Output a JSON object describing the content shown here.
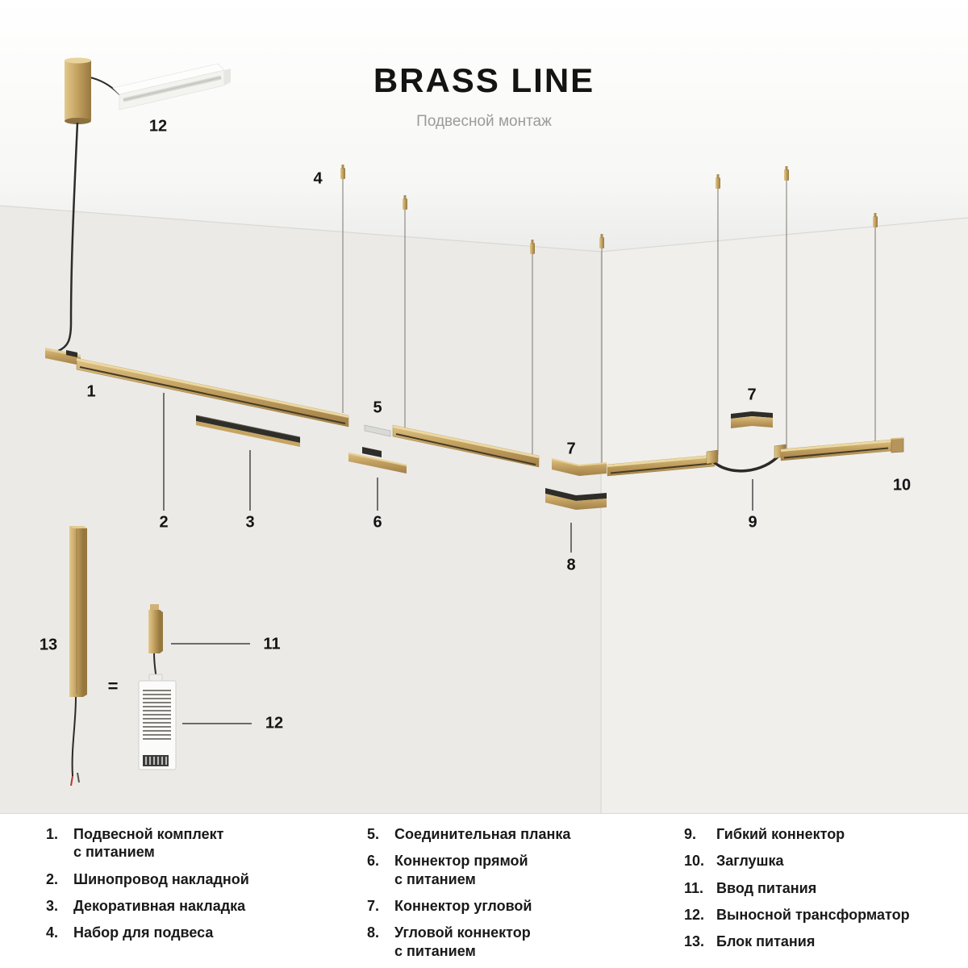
{
  "header": {
    "title": "BRASS LINE",
    "subtitle": "Подвесной монтаж"
  },
  "callouts": {
    "transformer_top": "12",
    "suspension_kit": "4",
    "pendant_kit": "1",
    "plate": "5",
    "track": "2",
    "cover": "3",
    "straight_connector": "6",
    "corner_a": "7",
    "corner_b": "7",
    "corner_power": "8",
    "flex_connector": "9",
    "end_cap": "10",
    "power_supply": "13",
    "equals": "=",
    "power_input": "11",
    "transformer_bottom": "12"
  },
  "legend": {
    "columns": [
      {
        "items": [
          {
            "num": "1.",
            "label": "Подвесной комплект\nс питанием"
          },
          {
            "num": "2.",
            "label": "Шинопровод накладной"
          },
          {
            "num": "3.",
            "label": "Декоративная накладка"
          },
          {
            "num": "4.",
            "label": "Набор для подвеса"
          }
        ]
      },
      {
        "items": [
          {
            "num": "5.",
            "label": "Соединительная планка"
          },
          {
            "num": "6.",
            "label": "Коннектор прямой\nс питанием"
          },
          {
            "num": "7.",
            "label": "Коннектор угловой"
          },
          {
            "num": "8.",
            "label": "Угловой коннектор\nс питанием"
          }
        ]
      },
      {
        "items": [
          {
            "num": "9.",
            "label": "Гибкий коннектор"
          },
          {
            "num": "10.",
            "label": "Заглушка"
          },
          {
            "num": "11.",
            "label": "Ввод питания"
          },
          {
            "num": "12.",
            "label": "Выносной трансформатор"
          },
          {
            "num": "13.",
            "label": "Блок питания"
          }
        ]
      }
    ]
  },
  "colors": {
    "brass": "#c2a060",
    "brass_light": "#e6d093",
    "brass_dark": "#8f7440",
    "cable": "#2a2a27",
    "wall_left": "#eceae7",
    "wall_right": "#f0efec",
    "text": "#141414",
    "subtitle": "#9b9b9b"
  }
}
